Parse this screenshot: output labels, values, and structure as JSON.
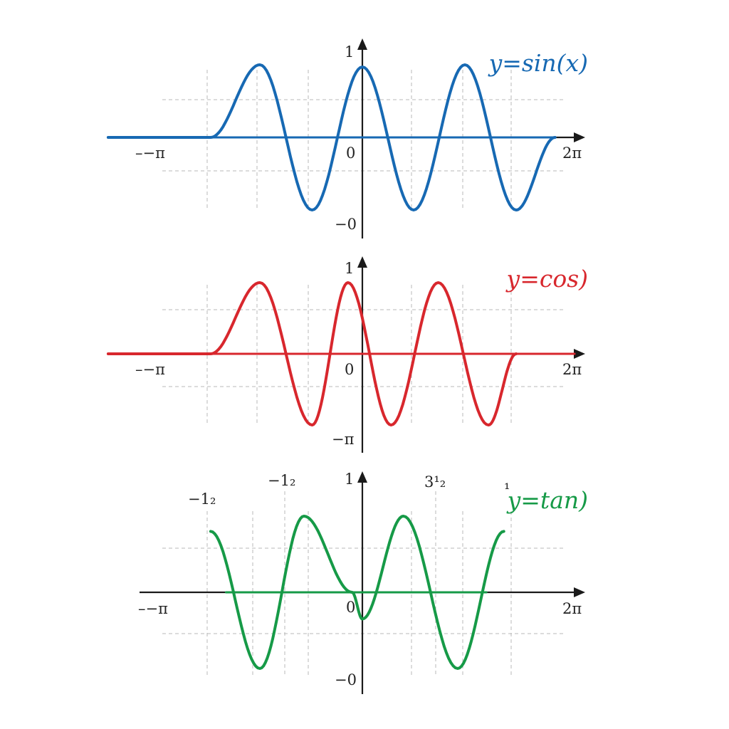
{
  "chart_data": [
    {
      "type": "line",
      "title": "y=sin(x)",
      "color": "#1769b3",
      "x_tick_labels": {
        "left": "–−π",
        "right": "2π",
        "origin": "0"
      },
      "y_tick_labels": {
        "top": "1",
        "bottom": "−0"
      },
      "extra_tick_labels": [],
      "grid": true,
      "ylim": [
        -1,
        1
      ],
      "series": [
        {
          "values": [
            [
              -2.48,
              0
            ],
            [
              -1.48,
              0
            ],
            [
              -1.0,
              1
            ],
            [
              -0.49,
              -1
            ],
            [
              0.0,
              0.97
            ],
            [
              0.5,
              -1
            ],
            [
              1.0,
              1
            ],
            [
              1.5,
              -1
            ],
            [
              1.88,
              0
            ]
          ],
          "baseline": [
            -2.48,
            1.88
          ]
        }
      ]
    },
    {
      "type": "line",
      "title": "y=cos)",
      "color": "#d8272d",
      "x_tick_labels": {
        "left": "–−π",
        "right": "2π",
        "origin": "0"
      },
      "y_tick_labels": {
        "top": "1",
        "bottom": "−π"
      },
      "extra_tick_labels": [],
      "grid": true,
      "ylim": [
        -1,
        1
      ],
      "series": [
        {
          "values": [
            [
              -2.48,
              0
            ],
            [
              -1.48,
              0
            ],
            [
              -1.0,
              1
            ],
            [
              -0.49,
              -1
            ],
            [
              -0.14,
              1
            ],
            [
              0.28,
              -1
            ],
            [
              0.74,
              1
            ],
            [
              1.23,
              -1
            ],
            [
              1.5,
              0
            ]
          ],
          "baseline": [
            -2.48,
            2.07
          ]
        }
      ]
    },
    {
      "type": "line",
      "title": "y=tan)",
      "color": "#169a47",
      "x_tick_labels": {
        "left": "–−π",
        "right": "2π",
        "origin": "0"
      },
      "y_tick_labels": {
        "top": "1",
        "bottom": "−0"
      },
      "extra_tick_labels": [
        "−1₂",
        "−1₂",
        "3¹₂",
        "¹"
      ],
      "grid": true,
      "ylim": [
        -1,
        1
      ],
      "series": [
        {
          "values": [
            [
              -1.48,
              0.8
            ],
            [
              -1.0,
              -1
            ],
            [
              -0.57,
              1
            ],
            [
              -0.1,
              0
            ],
            [
              0.0,
              -0.35
            ],
            [
              0.4,
              1
            ],
            [
              0.93,
              -1
            ],
            [
              1.38,
              0.8
            ]
          ],
          "baseline": [
            -1.33,
            1.21
          ]
        }
      ]
    }
  ]
}
